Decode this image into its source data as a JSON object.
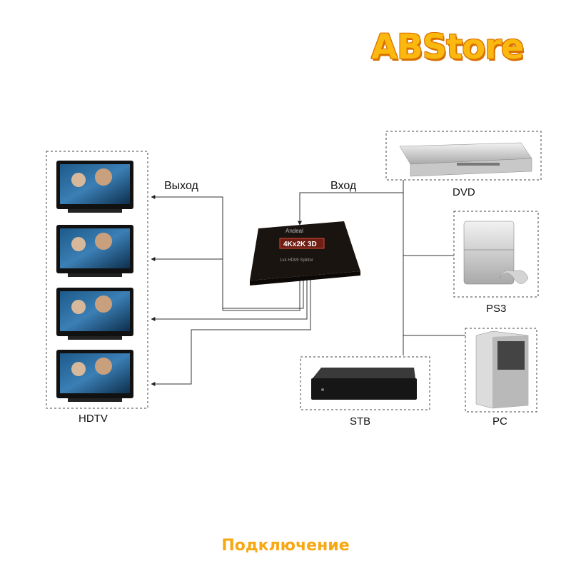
{
  "brand": {
    "logo_text": "ABStore"
  },
  "labels": {
    "output": "Выход",
    "input": "Вход",
    "hdtv": "HDTV",
    "dvd": "DVD",
    "ps3": "PS3",
    "stb": "STB",
    "pc": "PC"
  },
  "splitter": {
    "brand_text": "Andeal",
    "badge_text": "4Kx2K 3D",
    "subtitle_text": "1x4 HDMI Splitter"
  },
  "footer": {
    "caption": "Подключение"
  },
  "colors": {
    "brand_fill": "#fbb90f",
    "brand_outline": "#d86f00",
    "footer": "#f7a812"
  }
}
